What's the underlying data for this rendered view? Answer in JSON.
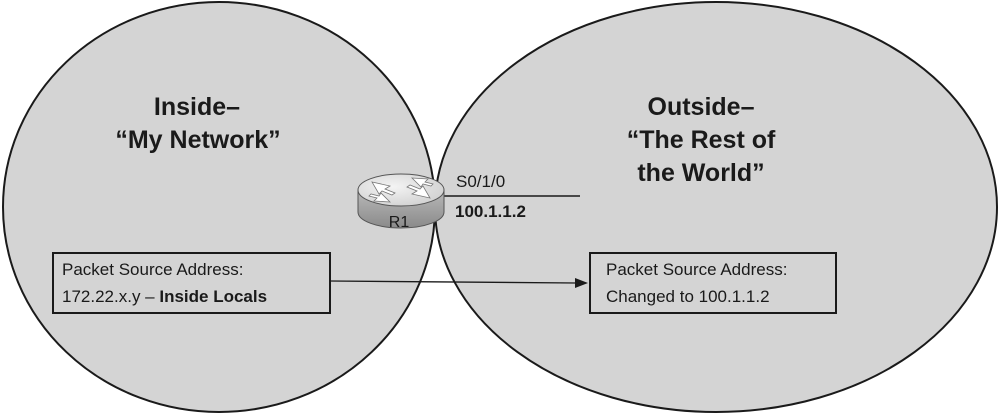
{
  "inside": {
    "title_line1": "Inside–",
    "title_line2": "“My Network”"
  },
  "outside": {
    "title_line1": "Outside–",
    "title_line2": "“The Rest of",
    "title_line3": "the World”"
  },
  "router": {
    "label": "R1",
    "icon": "router-icon",
    "interface": "S0/1/0",
    "ip": "100.1.1.2"
  },
  "inside_packet": {
    "line1": "Packet Source Address:",
    "line2_prefix": "172.22.x.y – ",
    "line2_bold": "Inside Locals"
  },
  "outside_packet": {
    "line1": "Packet Source Address:",
    "line2": "Changed to 100.1.1.2"
  },
  "colors": {
    "zone_fill": "#d4d4d4",
    "stroke": "#1a1a1a",
    "router_top": "#ececec",
    "router_side": "#9a9a9a"
  }
}
